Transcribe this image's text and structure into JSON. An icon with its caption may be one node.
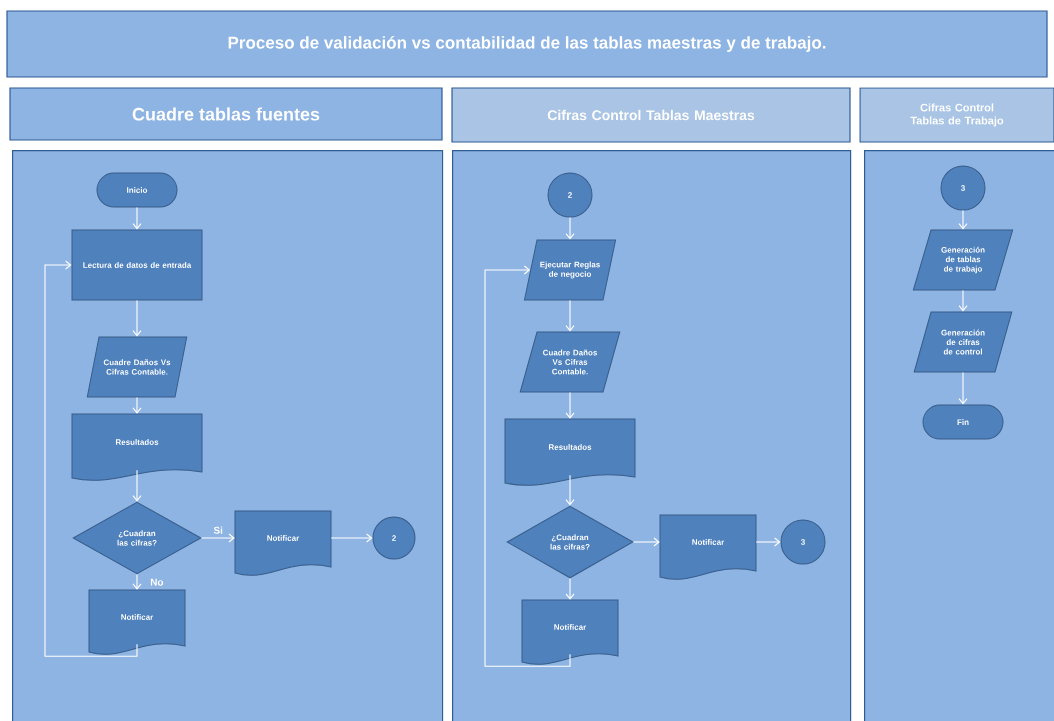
{
  "diagram": {
    "title": "Proceso de validación vs contabilidad de las tablas maestras y de trabajo.",
    "nodes": [
      {
        "text": [
          "Cuadre tablas fuentes"
        ]
      },
      {
        "text": [],
        "shape": "box"
      },
      {
        "text": [
          "Inicio"
        ],
        "in": 1
      },
      {
        "text": [
          "Lectura de datos de entrada"
        ],
        "in": 1
      },
      {
        "text": [
          "Cuadre Daños Vs Cifras Contable."
        ],
        "in": 1
      },
      {
        "text": [
          "Resultados"
        ],
        "in": 1
      },
      {
        "text": [
          "¿Cuadran las cifras?"
        ],
        "in": 1
      },
      {
        "text": [
          "Notificar"
        ],
        "in": 1
      },
      {
        "text": [
          "2"
        ],
        "in": 1
      },
      {
        "text": [
          "Notificar"
        ],
        "in": 1
      },
      {
        "text": [
          "Cifras Control Tablas Maestras"
        ]
      },
      {
        "text": [],
        "shape": "box"
      },
      {
        "text": [
          "2"
        ],
        "in": 11
      },
      {
        "text": [
          "Ejecutar Reglas de negocio"
        ],
        "in": 11
      },
      {
        "text": [
          "Cuadre Daños Vs Cifras Contable."
        ],
        "in": 11
      },
      {
        "text": [
          "Resultados"
        ],
        "in": 11
      },
      {
        "text": [
          "¿Cuadran las cifras?"
        ],
        "in": 11
      },
      {
        "text": [
          "Notificar"
        ],
        "in": 11
      },
      {
        "text": [
          "3"
        ],
        "in": 11
      },
      {
        "text": [
          "Notificar"
        ],
        "in": 11
      },
      {
        "text": [
          "Cifras Control Tablas de Trabajo"
        ]
      },
      {
        "text": [],
        "shape": "box"
      },
      {
        "text": [
          "3"
        ],
        "in": 21
      },
      {
        "text": [
          "Generación de tablas de trabajo"
        ],
        "in": 21
      },
      {
        "text": [
          "Generación de cifras de control"
        ],
        "in": 21
      },
      {
        "text": [
          "Fin"
        ],
        "in": 21
      }
    ],
    "edges": [
      {
        "from": 2,
        "to": 3,
        "arrow": "to"
      },
      {
        "from": 3,
        "to": 4,
        "arrow": "to"
      },
      {
        "from": 4,
        "to": 5,
        "arrow": "to"
      },
      {
        "from": 5,
        "to": 6,
        "arrow": "to"
      },
      {
        "from": 6,
        "to": 7,
        "arrow": "to",
        "label": "Si"
      },
      {
        "from": 7,
        "to": 8,
        "arrow": "to"
      },
      {
        "from": 6,
        "to": 9,
        "arrow": "to",
        "label": "No"
      },
      {
        "from": 9,
        "to": 3,
        "arrow": "to"
      },
      {
        "from": 12,
        "to": 13,
        "arrow": "to"
      },
      {
        "from": 13,
        "to": 14,
        "arrow": "to"
      },
      {
        "from": 14,
        "to": 15,
        "arrow": "to"
      },
      {
        "from": 15,
        "to": 16,
        "arrow": "to"
      },
      {
        "from": 16,
        "to": 17,
        "arrow": "to"
      },
      {
        "from": 17,
        "to": 18,
        "arrow": "to"
      },
      {
        "from": 16,
        "to": 19,
        "arrow": "to"
      },
      {
        "from": 19,
        "to": 13,
        "arrow": "to"
      },
      {
        "from": 22,
        "to": 23,
        "arrow": "to"
      },
      {
        "from": 23,
        "to": 24,
        "arrow": "to"
      },
      {
        "from": 24,
        "to": 25,
        "arrow": "to"
      }
    ]
  }
}
